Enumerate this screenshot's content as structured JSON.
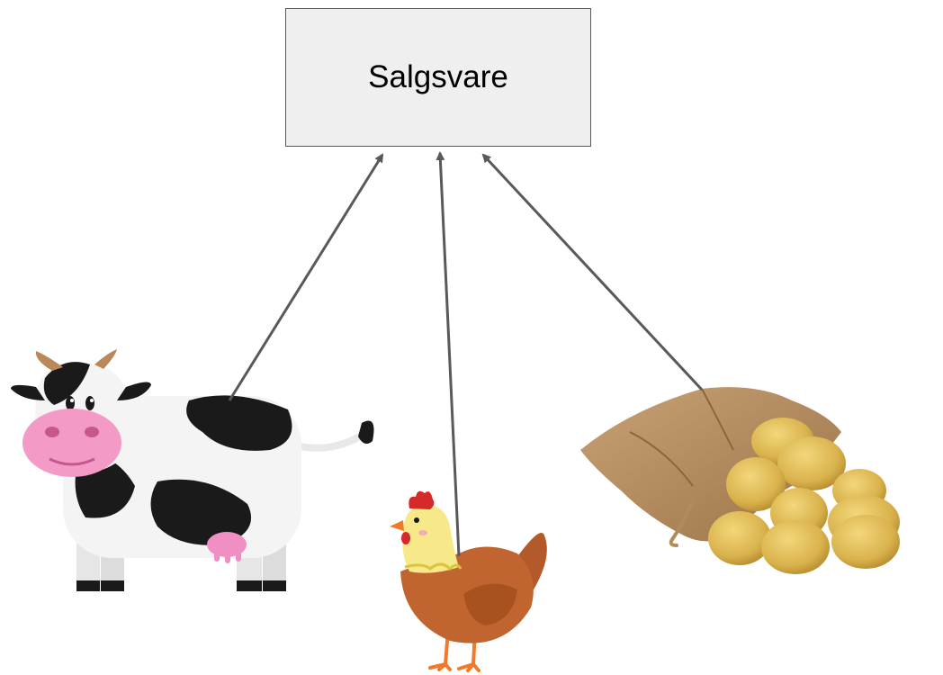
{
  "diagram": {
    "target_label": "Salgsvare",
    "sources": [
      {
        "id": "cow",
        "icon": "cow-icon"
      },
      {
        "id": "chicken",
        "icon": "chicken-icon"
      },
      {
        "id": "potato-sack",
        "icon": "potato-sack-icon"
      }
    ],
    "colors": {
      "box_fill": "#efefef",
      "box_border": "#595959",
      "arrow": "#595959"
    }
  }
}
